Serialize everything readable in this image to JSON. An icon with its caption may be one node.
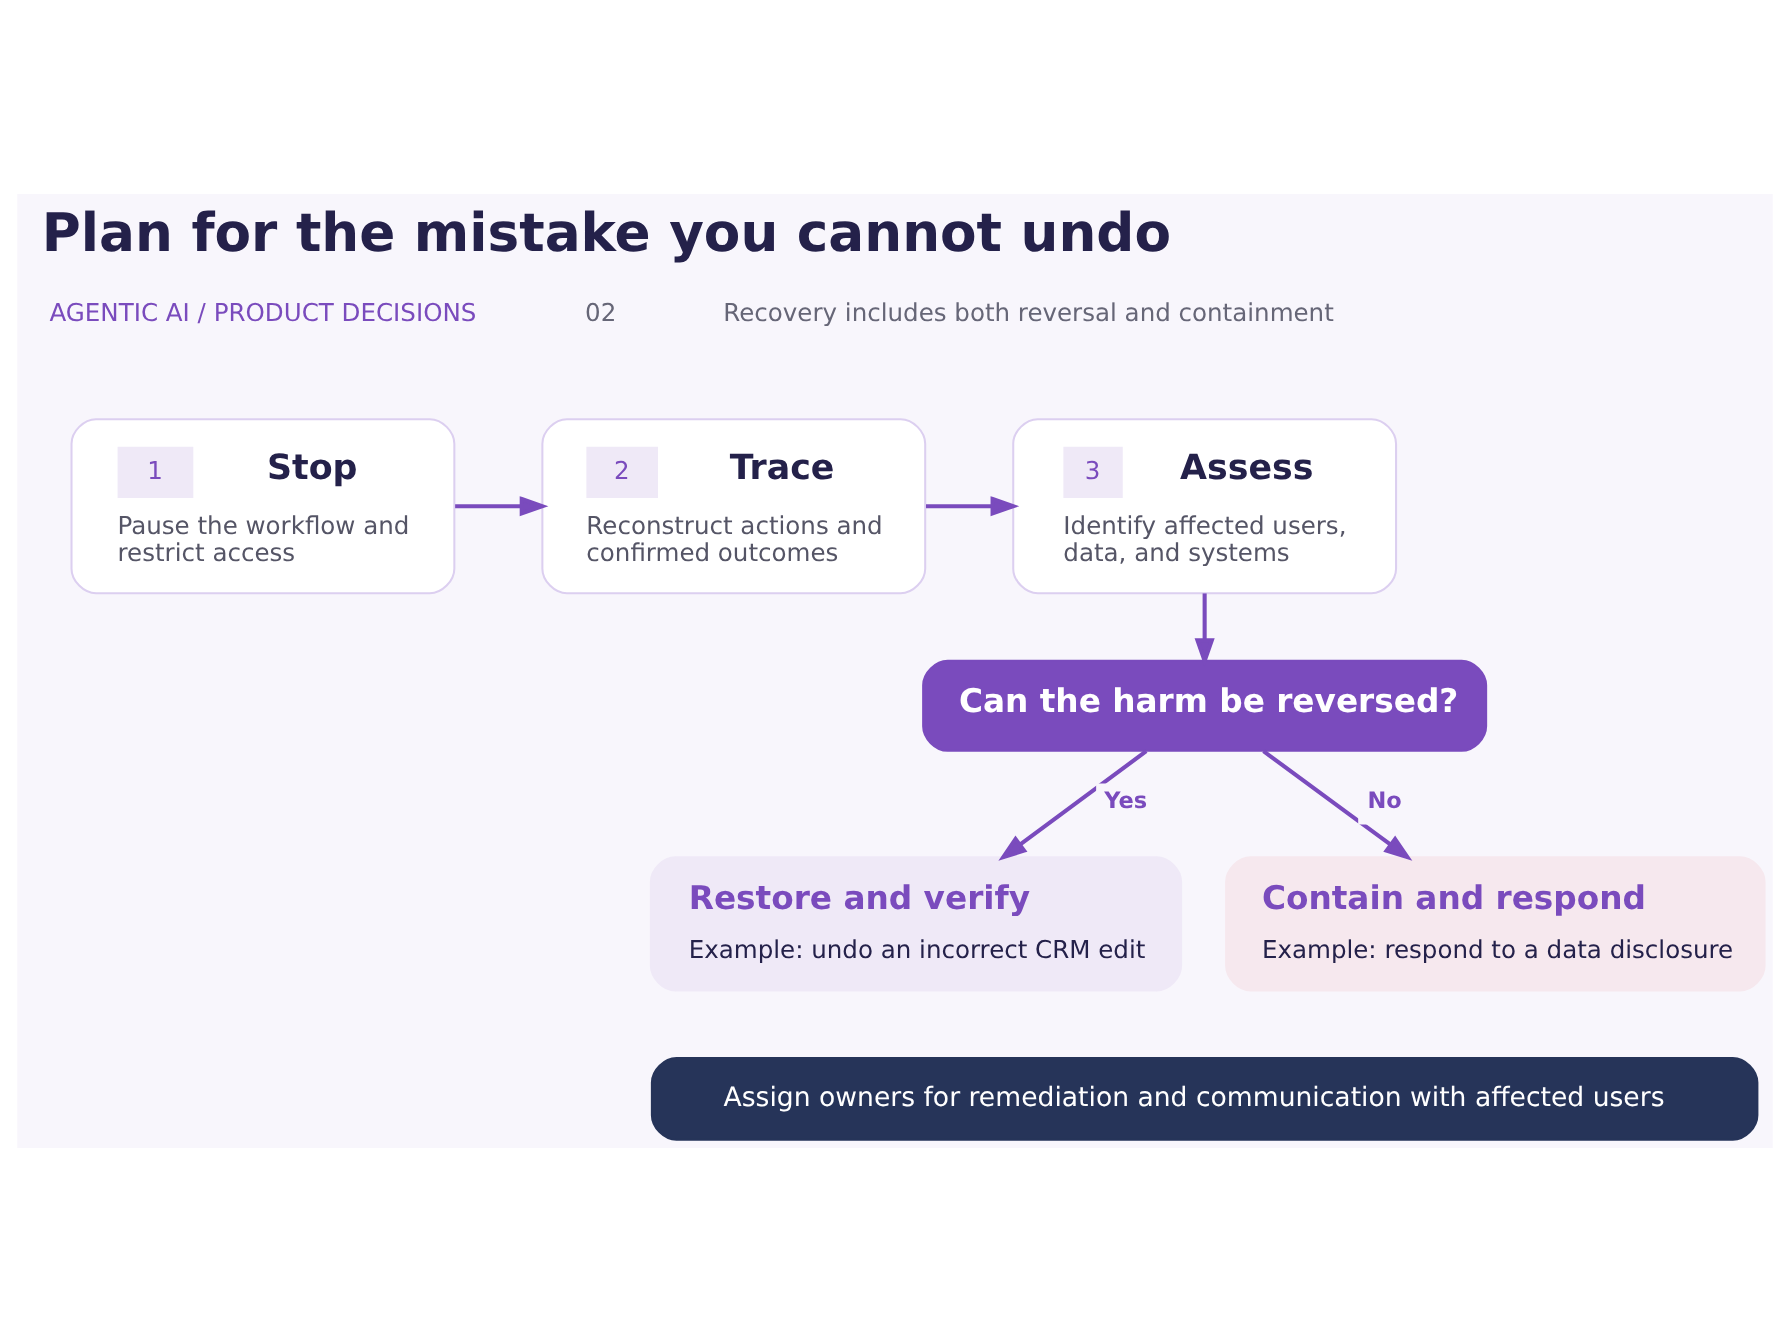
{
  "diagram": {
    "title": "Plan for the mistake you cannot undo",
    "nodes": [
      {
        "text": [
          "1",
          "Stop",
          "Pause the workflow and restrict access"
        ]
      },
      {
        "text": [
          "2",
          "Trace",
          "Reconstruct actions and confirmed outcomes"
        ]
      },
      {
        "text": [
          "3",
          "Assess",
          "Identify affected users, data, and systems"
        ]
      },
      {
        "text": [
          "Can the harm be reversed?"
        ]
      },
      {
        "text": [
          "Restore and verify",
          "Example: undo an incorrect CRM edit"
        ]
      },
      {
        "text": [
          "Contain and respond",
          "Example: respond to a data disclosure"
        ]
      },
      {
        "text": [
          "Assign owners for remediation and communication with affected users"
        ]
      }
    ],
    "edges": [
      {
        "from": 0,
        "to": 1,
        "arrow": "to"
      },
      {
        "from": 1,
        "to": 2,
        "arrow": "to"
      },
      {
        "from": 2,
        "to": 3,
        "arrow": "to"
      },
      {
        "from": 3,
        "to": 4,
        "arrow": "to",
        "label": "Yes"
      },
      {
        "from": 3,
        "to": 5,
        "arrow": "to",
        "label": "No"
      }
    ],
    "labels": [
      "AGENTIC AI / PRODUCT DECISIONS",
      "02",
      "Recovery includes both reversal and containment"
    ]
  }
}
